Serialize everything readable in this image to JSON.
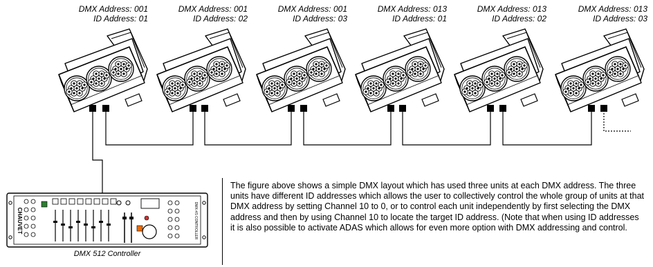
{
  "fixtures": [
    {
      "dmx": "DMX Address: 001",
      "id": "ID Address: 01"
    },
    {
      "dmx": "DMX Address: 001",
      "id": "ID Address: 02"
    },
    {
      "dmx": "DMX Address: 001",
      "id": "ID Address: 03"
    },
    {
      "dmx": "DMX Address: 013",
      "id": "ID Address: 01"
    },
    {
      "dmx": "DMX Address: 013",
      "id": "ID Address: 02"
    },
    {
      "dmx": "DMX Address: 013",
      "id": "ID Address: 03"
    }
  ],
  "controller": {
    "caption": "DMX 512 Controller",
    "brand": "CHAUVET",
    "model": "DMX-4S CONTROLLER"
  },
  "description": "The figure above shows a simple DMX layout which has used three units at each DMX address. The three units have different ID addresses which allows the user to collectively control the whole group of units at that DMX address by setting Channel 10 to 0, or to control each unit independently by first selecting the DMX address and then by using Channel 10 to locate the target ID address. (Note that when using ID addresses it is also possible to activate ADAS which allows for even more option with DMX addressing and control."
}
